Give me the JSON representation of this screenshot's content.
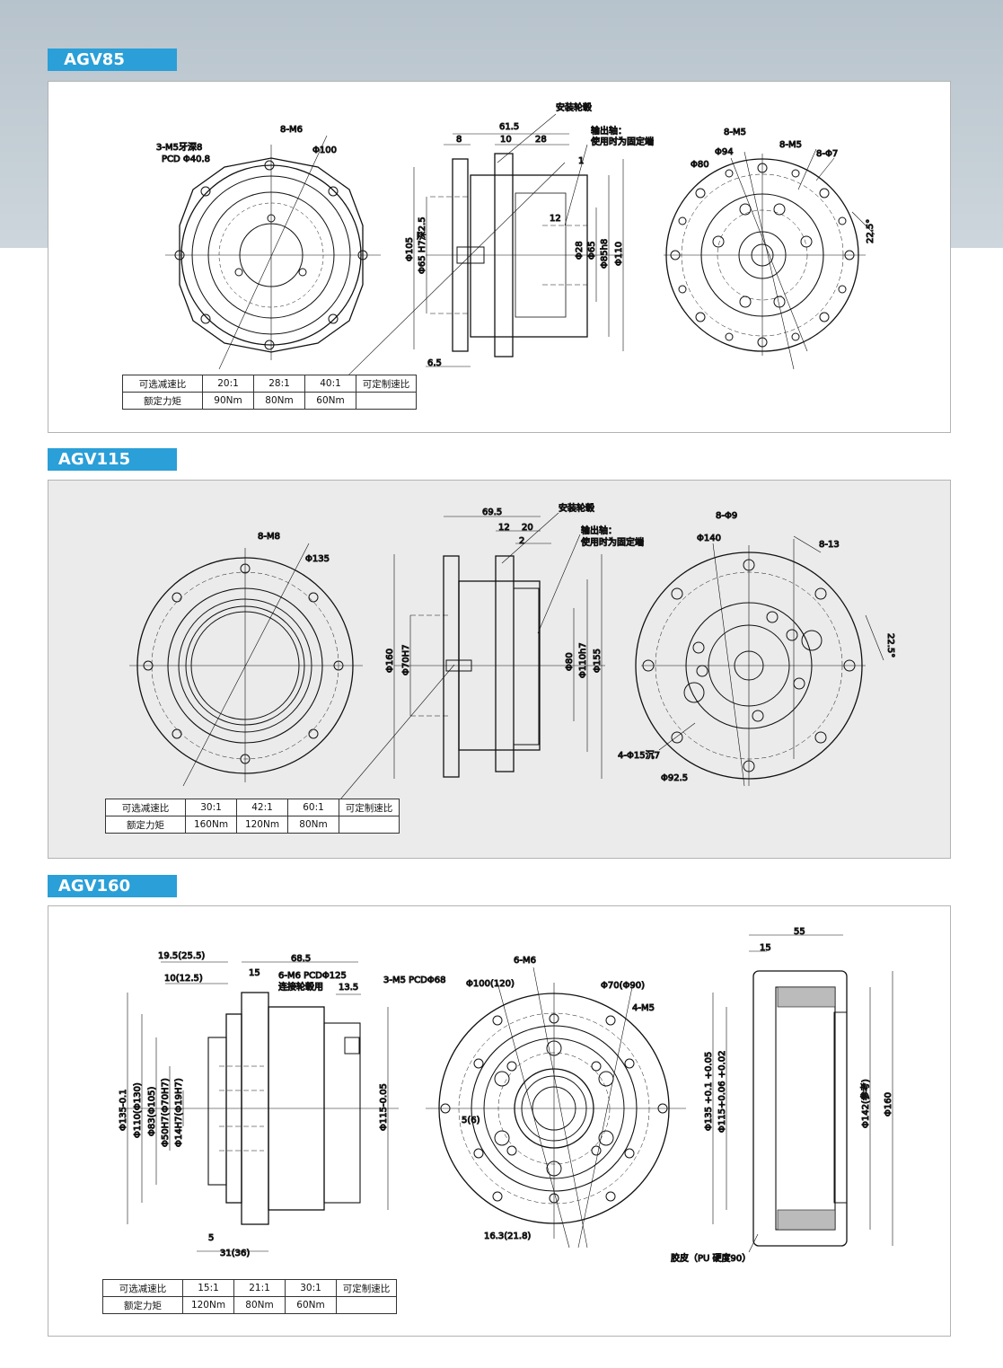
{
  "sections": [
    {
      "model": "AGV85",
      "labels": {
        "holes_top": "8-M6",
        "m5": "3-M5牙深8",
        "pcd": "PCD Φ40.8",
        "dia_outer": "Φ100",
        "hub": "安装轮毂",
        "shaft1": "输出轴：",
        "shaft2": "使用时为固定端",
        "l_total": "61.5",
        "l_8": "8",
        "l_10": "10",
        "l_28": "28",
        "l_1": "1",
        "l_12": "12",
        "l_65": "6.5",
        "d105": "Φ105",
        "d65h7": "Φ65 H7深2.5",
        "d28": "Φ28",
        "d65": "Φ65",
        "d85": "Φ85h8",
        "d110": "Φ110",
        "r_8m5a": "8-M5",
        "r_8m5b": "8-M5",
        "r_phi94": "Φ94",
        "r_8phi7": "8-Φ7",
        "r_phi80": "Φ80",
        "r_angle": "22.5°"
      },
      "table": {
        "row1_label": "可选减速比",
        "ratios": [
          "20:1",
          "28:1",
          "40:1"
        ],
        "custom": "可定制速比",
        "row2_label": "额定力矩",
        "torques": [
          "90Nm",
          "80Nm",
          "60Nm"
        ]
      }
    },
    {
      "model": "AGV115",
      "labels": {
        "holes_top": "8-M8",
        "dia_outer": "Φ135",
        "hub": "安装轮毂",
        "shaft1": "输出轴：",
        "shaft2": "使用时为固定端",
        "l_total": "69.5",
        "l_12": "12",
        "l_20": "20",
        "l_2": "2",
        "d160": "Φ160",
        "d70h7": "Φ70H7",
        "d80": "Φ80",
        "d110h7": "Φ110h7",
        "d155": "Φ155",
        "r_8phi9": "8-Φ9",
        "r_phi140": "Φ140",
        "r_813": "8-13",
        "r_angle": "22.5°",
        "r_4phi15": "4-Φ15沉7",
        "r_phi925": "Φ92.5"
      },
      "table": {
        "row1_label": "可选减速比",
        "ratios": [
          "30:1",
          "42:1",
          "60:1"
        ],
        "custom": "可定制速比",
        "row2_label": "额定力矩",
        "torques": [
          "160Nm",
          "120Nm",
          "80Nm"
        ]
      }
    },
    {
      "model": "AGV160",
      "labels": {
        "l_195": "19.5(25.5)",
        "l_685": "68.5",
        "l_10": "10(12.5)",
        "l_15": "15",
        "m6pcd": "6-M6 PCDΦ125",
        "hub_conn": "连接轮毂用",
        "l_135": "13.5",
        "m5pcd": "3-M5 PCDΦ68",
        "d135": "Φ135-0.1",
        "d110": "Φ110(Φ130)",
        "d83": "Φ83(Φ105)",
        "d50": "Φ50H7(Φ70H7)",
        "d14": "Φ14H7(Φ19H7)",
        "d115": "Φ115-0.05",
        "l_5": "5",
        "l_31": "31(36)",
        "m_6m6": "6-M6",
        "m_phi100": "Φ100(120)",
        "m_phi70": "Φ70(Φ90)",
        "m_4m5": "4-M5",
        "m_56": "5(6)",
        "m_163": "16.3(21.8)",
        "w_55": "55",
        "w_15": "15",
        "w_d135": "Φ135 +0.1 +0.05",
        "w_d115": "Φ115+0.06 +0.02",
        "w_d142": "Φ142(参考)",
        "w_d160": "Φ160",
        "w_pu": "胶皮（PU 硬度90）"
      },
      "table": {
        "row1_label": "可选减速比",
        "ratios": [
          "15:1",
          "21:1",
          "30:1"
        ],
        "custom": "可定制速比",
        "row2_label": "额定力矩",
        "torques": [
          "120Nm",
          "80Nm",
          "60Nm"
        ]
      }
    }
  ]
}
